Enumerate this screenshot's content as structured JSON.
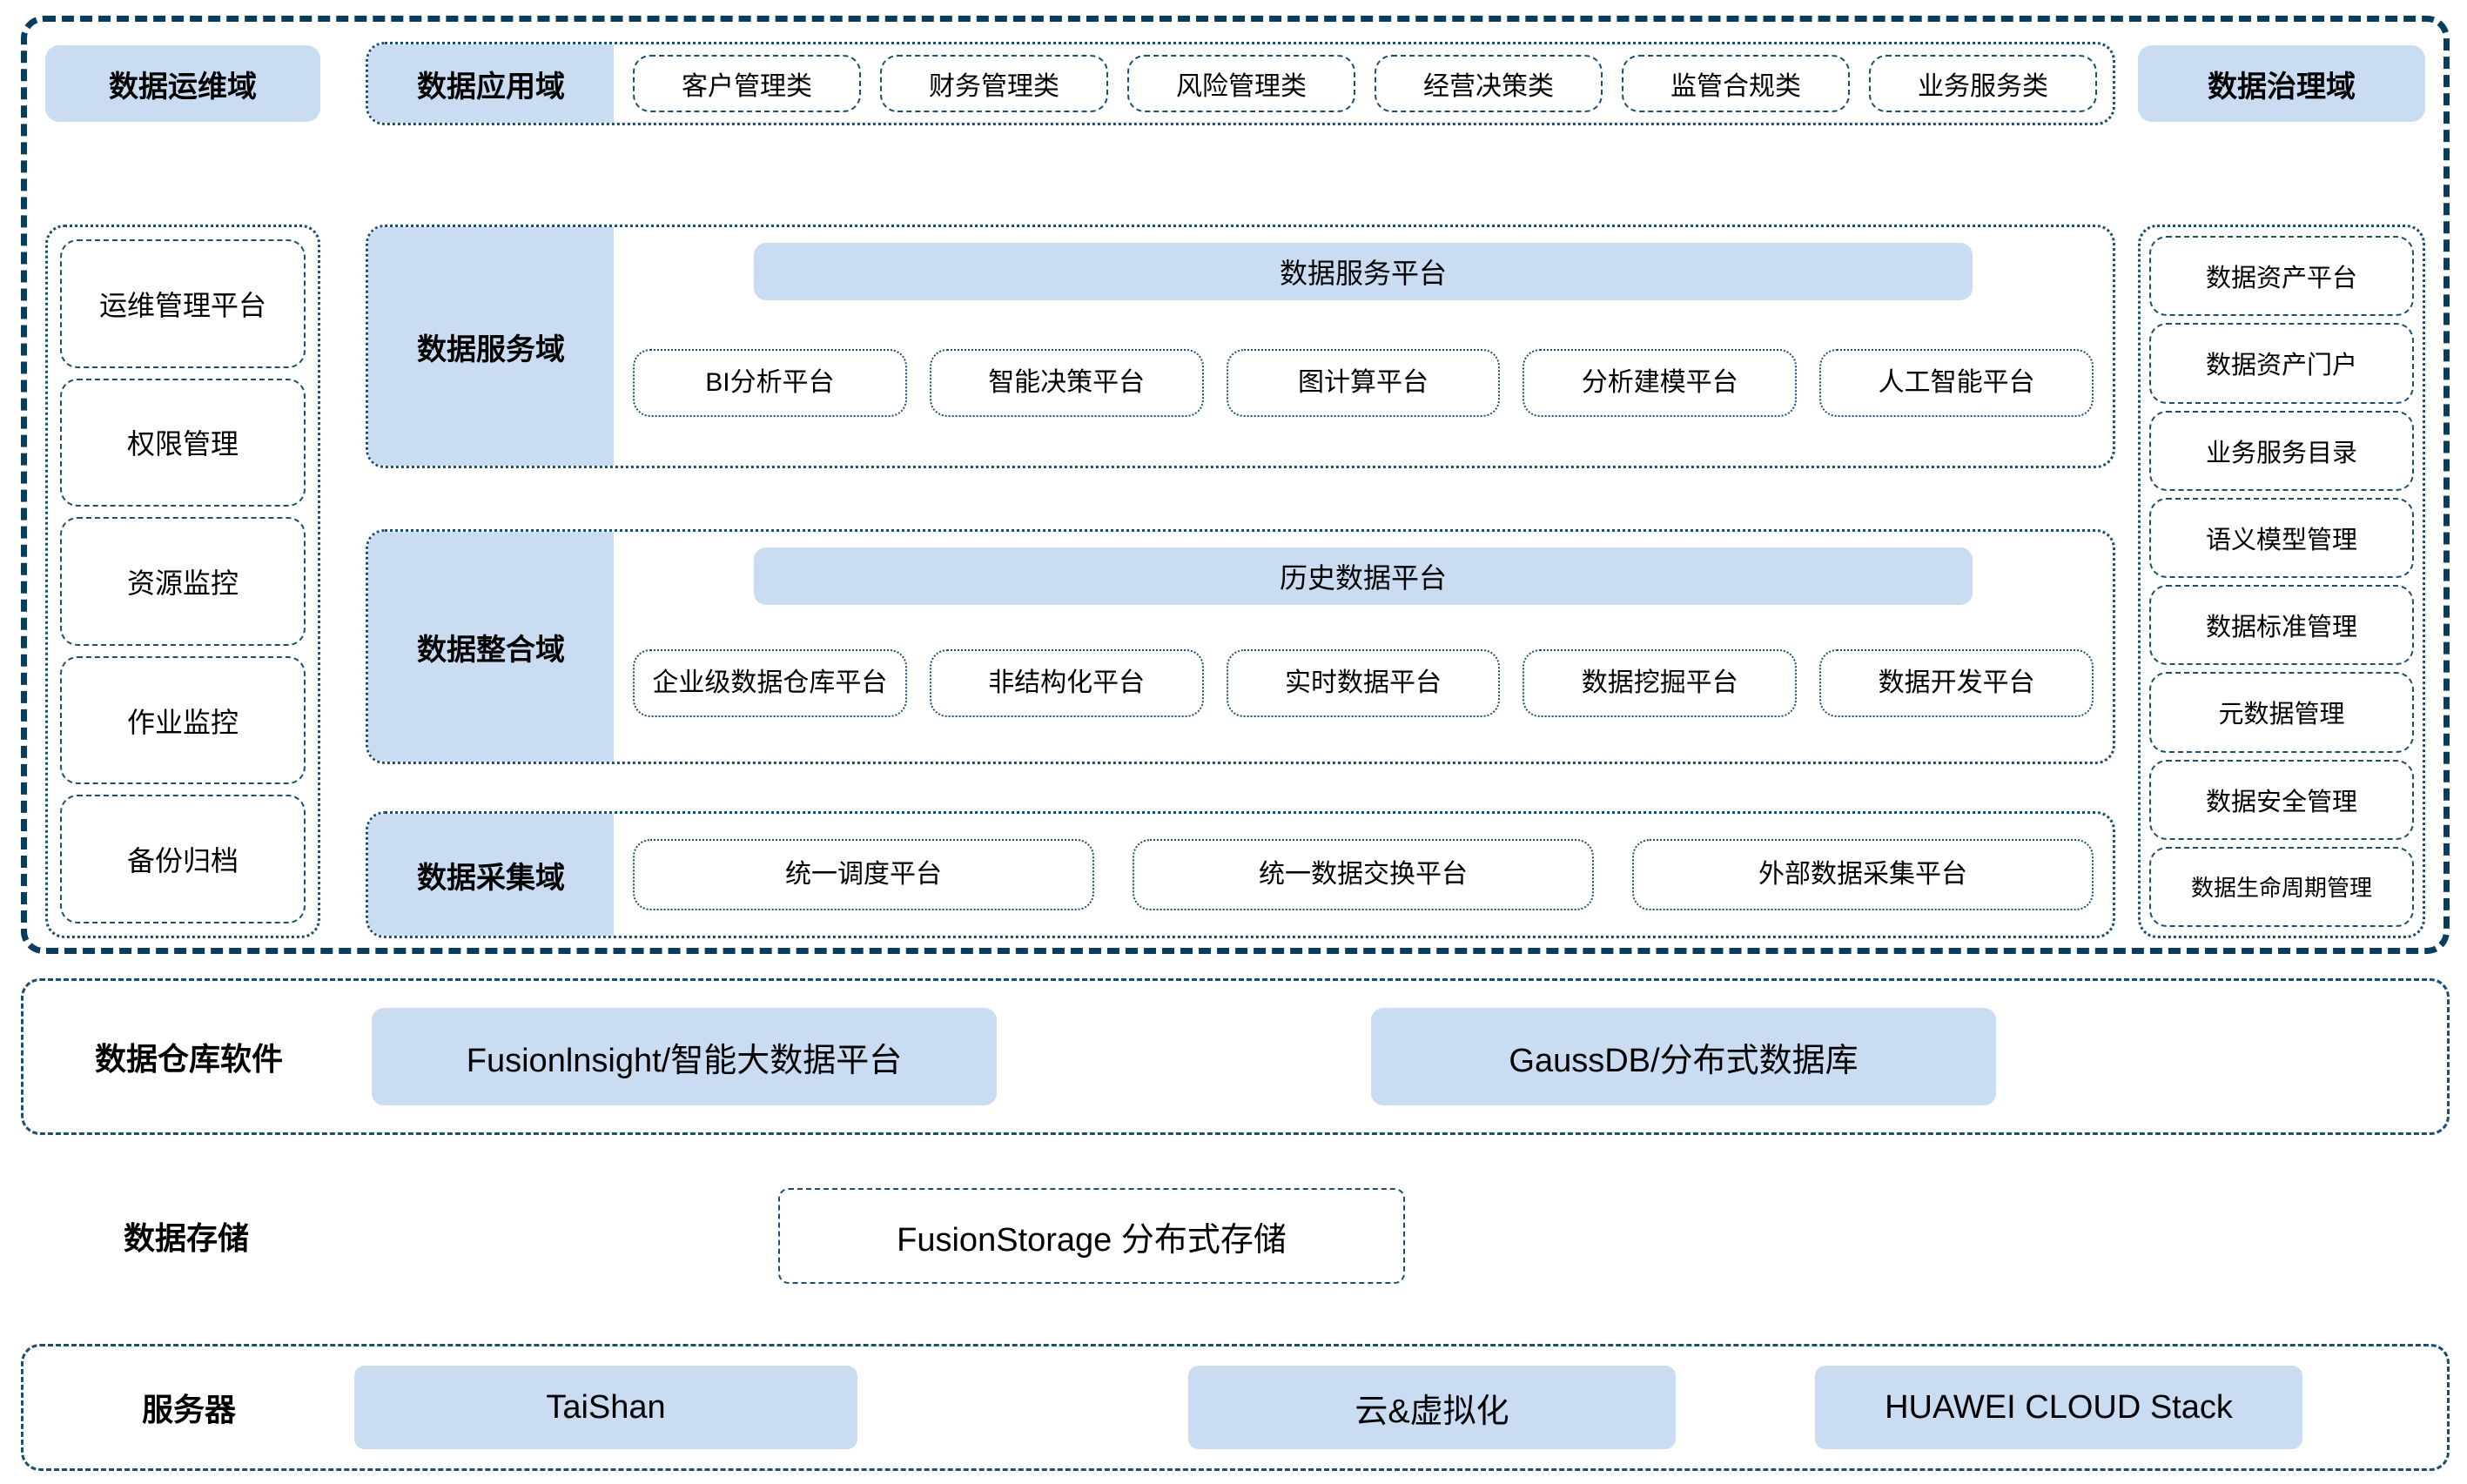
{
  "platform": {
    "ops_domain": {
      "title": "数据运维域"
    },
    "gov_domain": {
      "title": "数据治理域"
    },
    "app_domain": {
      "title": "数据应用域",
      "items": [
        {
          "label": "客户管理类"
        },
        {
          "label": "财务管理类"
        },
        {
          "label": "风险管理类"
        },
        {
          "label": "经营决策类"
        },
        {
          "label": "监管合规类"
        },
        {
          "label": "业务服务类"
        }
      ]
    },
    "ops_items": [
      {
        "label": "运维管理平台"
      },
      {
        "label": "权限管理"
      },
      {
        "label": "资源监控"
      },
      {
        "label": "作业监控"
      },
      {
        "label": "备份归档"
      }
    ],
    "gov_items": [
      {
        "label": "数据资产平台"
      },
      {
        "label": "数据资产门户"
      },
      {
        "label": "业务服务目录"
      },
      {
        "label": "语义模型管理"
      },
      {
        "label": "数据标准管理"
      },
      {
        "label": "元数据管理"
      },
      {
        "label": "数据安全管理"
      },
      {
        "label": "数据生命周期管理"
      }
    ],
    "service_domain": {
      "title": "数据服务域",
      "platform_bar": "数据服务平台",
      "items": [
        {
          "label": "BI分析平台"
        },
        {
          "label": "智能决策平台"
        },
        {
          "label": "图计算平台"
        },
        {
          "label": "分析建模平台"
        },
        {
          "label": "人工智能平台"
        }
      ]
    },
    "integration_domain": {
      "title": "数据整合域",
      "platform_bar": "历史数据平台",
      "items": [
        {
          "label": "企业级数据仓库平台"
        },
        {
          "label": "非结构化平台"
        },
        {
          "label": "实时数据平台"
        },
        {
          "label": "数据挖掘平台"
        },
        {
          "label": "数据开发平台"
        }
      ]
    },
    "collect_domain": {
      "title": "数据采集域",
      "items": [
        {
          "label": "统一调度平台"
        },
        {
          "label": "统一数据交换平台"
        },
        {
          "label": "外部数据采集平台"
        }
      ]
    }
  },
  "bands": {
    "data_warehouse": {
      "label": "数据仓库软件",
      "items": [
        {
          "label": "Fusionlnsight/智能大数据平台"
        },
        {
          "label": "GaussDB/分布式数据库"
        }
      ]
    },
    "data_storage": {
      "label": "数据存储",
      "items": [
        {
          "label": "FusionStorage 分布式存储"
        }
      ]
    },
    "server": {
      "label": "服务器",
      "items": [
        {
          "label": "TaiShan"
        },
        {
          "label": "云&虚拟化"
        },
        {
          "label": "HUAWEI CLOUD Stack"
        }
      ]
    }
  },
  "colors": {
    "accent_fill": "#c9dcf2",
    "border_navy": "#1b4f72",
    "outer_border_navy": "#0a3c5e",
    "background": "#ffffff",
    "text": "#000000"
  }
}
